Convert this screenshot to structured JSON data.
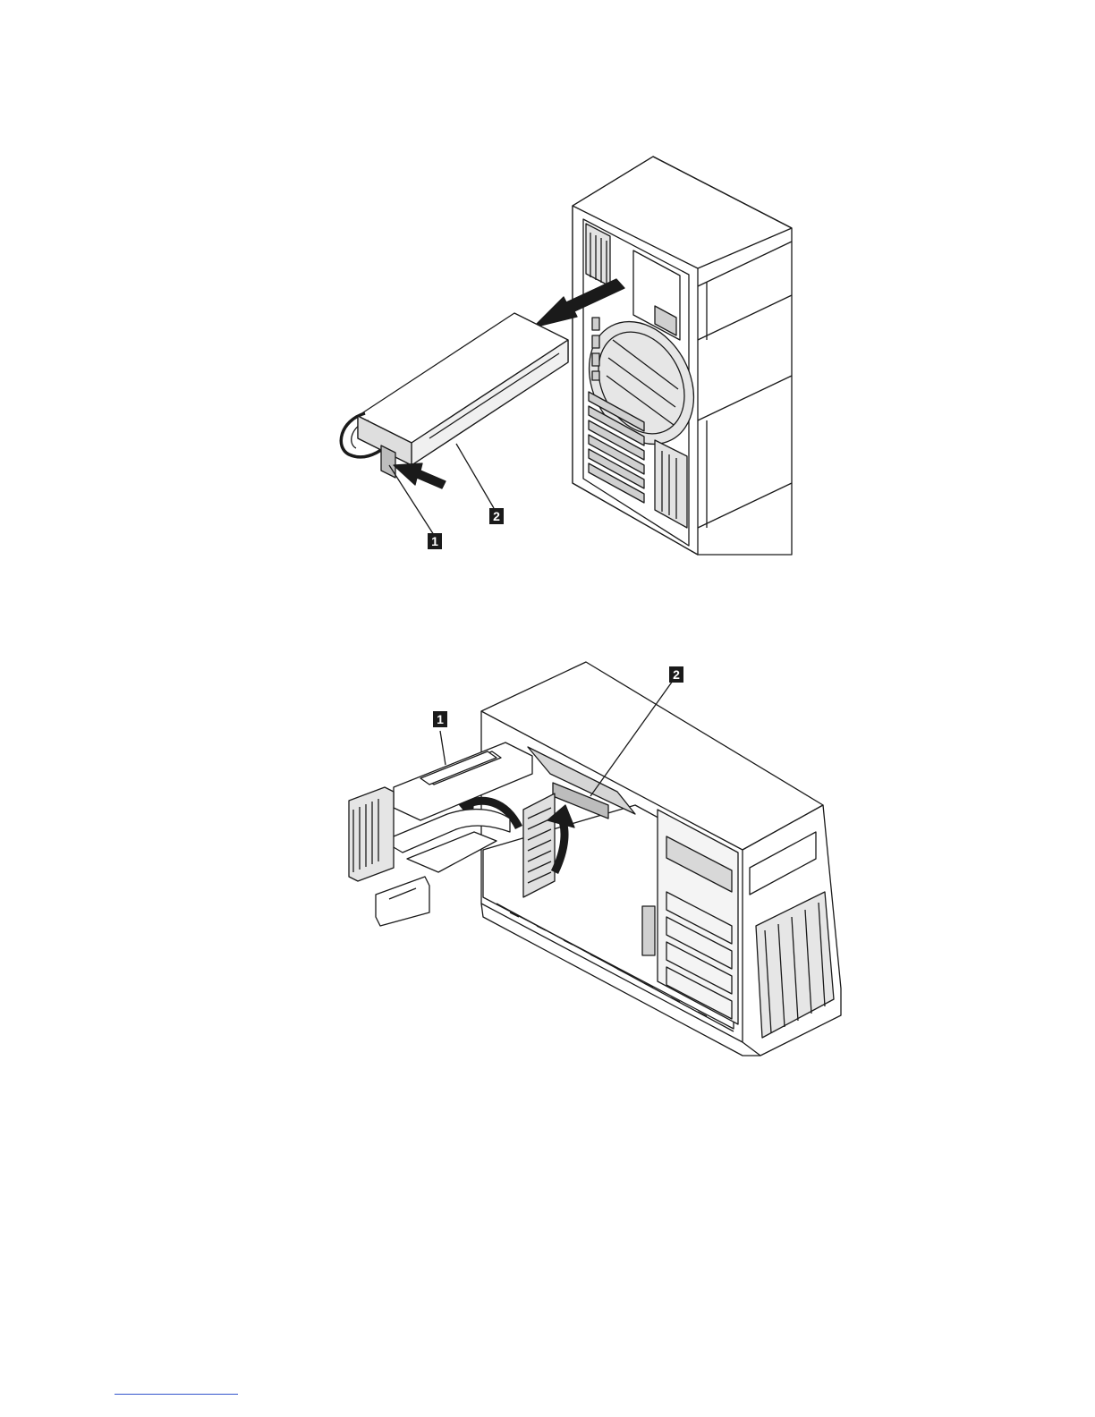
{
  "figures": [
    {
      "callouts": [
        "1",
        "2"
      ]
    },
    {
      "callouts": [
        "1",
        "2"
      ]
    }
  ],
  "colors": {
    "line": "#1a1a1a",
    "shade": "#d9d9d9",
    "callout_bg": "#1a1a1a",
    "footnote_rule": "#3355cc"
  },
  "icons": {
    "arrow": "arrow-icon",
    "curved_arrow": "curved-arrow-icon"
  }
}
